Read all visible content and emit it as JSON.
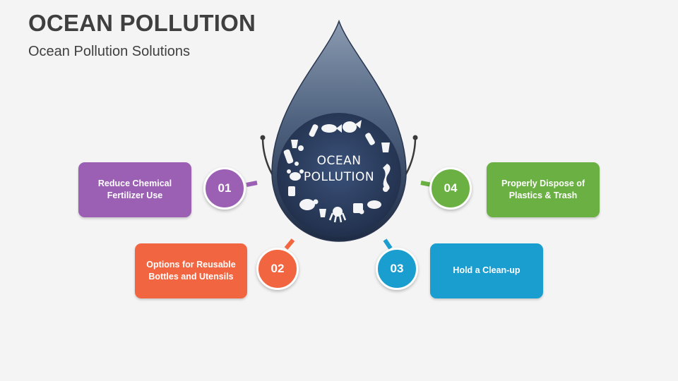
{
  "header": {
    "title": "OCEAN POLLUTION",
    "subtitle": "Ocean Pollution Solutions"
  },
  "drop": {
    "line1": "OCEAN",
    "line2": "POLLUTION",
    "colors": {
      "top": "#7e8ea3",
      "bottom": "#223049",
      "inner": "#2d3f5e",
      "rim": "#4a4a4a"
    }
  },
  "steps": [
    {
      "number": "01",
      "label": "Reduce Chemical\nFertilizer Use",
      "color": "#9b5fb4"
    },
    {
      "number": "02",
      "label": "Options for Reusable\nBottles and Utensils",
      "color": "#f26541"
    },
    {
      "number": "03",
      "label": "Hold a Clean-up",
      "color": "#1a9dcf"
    },
    {
      "number": "04",
      "label": "Properly Dispose of\nPlastics & Trash",
      "color": "#6ab043"
    }
  ],
  "icons": [
    "bottle-icon",
    "fish-icon",
    "crab-icon",
    "turtle-icon",
    "whale-icon",
    "seahorse-icon",
    "octopus-icon",
    "bag-icon",
    "cup-icon"
  ]
}
